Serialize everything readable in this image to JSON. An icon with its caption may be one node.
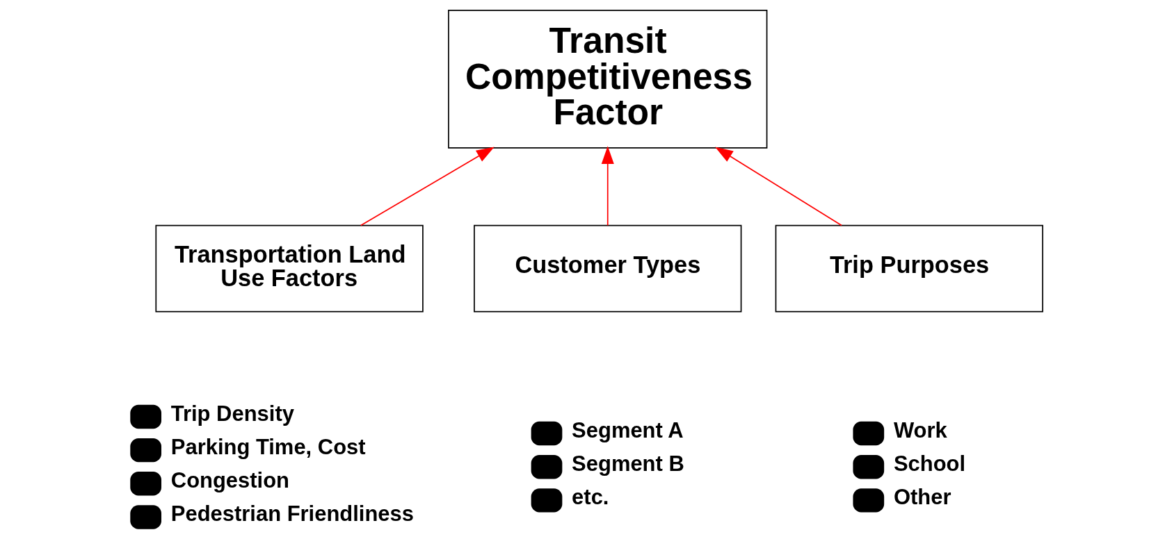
{
  "diagram": {
    "nodes": [
      {
        "text": [
          "Transit Competitiveness Factor"
        ]
      },
      {
        "text": [
          "Transportation Land Use Factors"
        ],
        "beside": [
          "Trip Density",
          "Parking Time, Cost",
          "Congestion",
          "Pedestrian Friendliness"
        ]
      },
      {
        "text": [
          "Customer Types"
        ],
        "beside": [
          "Segment A",
          "Segment B",
          "etc."
        ]
      },
      {
        "text": [
          "Trip Purposes"
        ],
        "beside": [
          "Work",
          "School",
          "Other"
        ]
      }
    ],
    "edges": [
      {
        "from": 1,
        "to": 0,
        "arrow": "to",
        "color": "#ff0000"
      },
      {
        "from": 2,
        "to": 0,
        "arrow": "to",
        "color": "#ff0000"
      },
      {
        "from": 3,
        "to": 0,
        "arrow": "to",
        "color": "#ff0000"
      }
    ]
  }
}
